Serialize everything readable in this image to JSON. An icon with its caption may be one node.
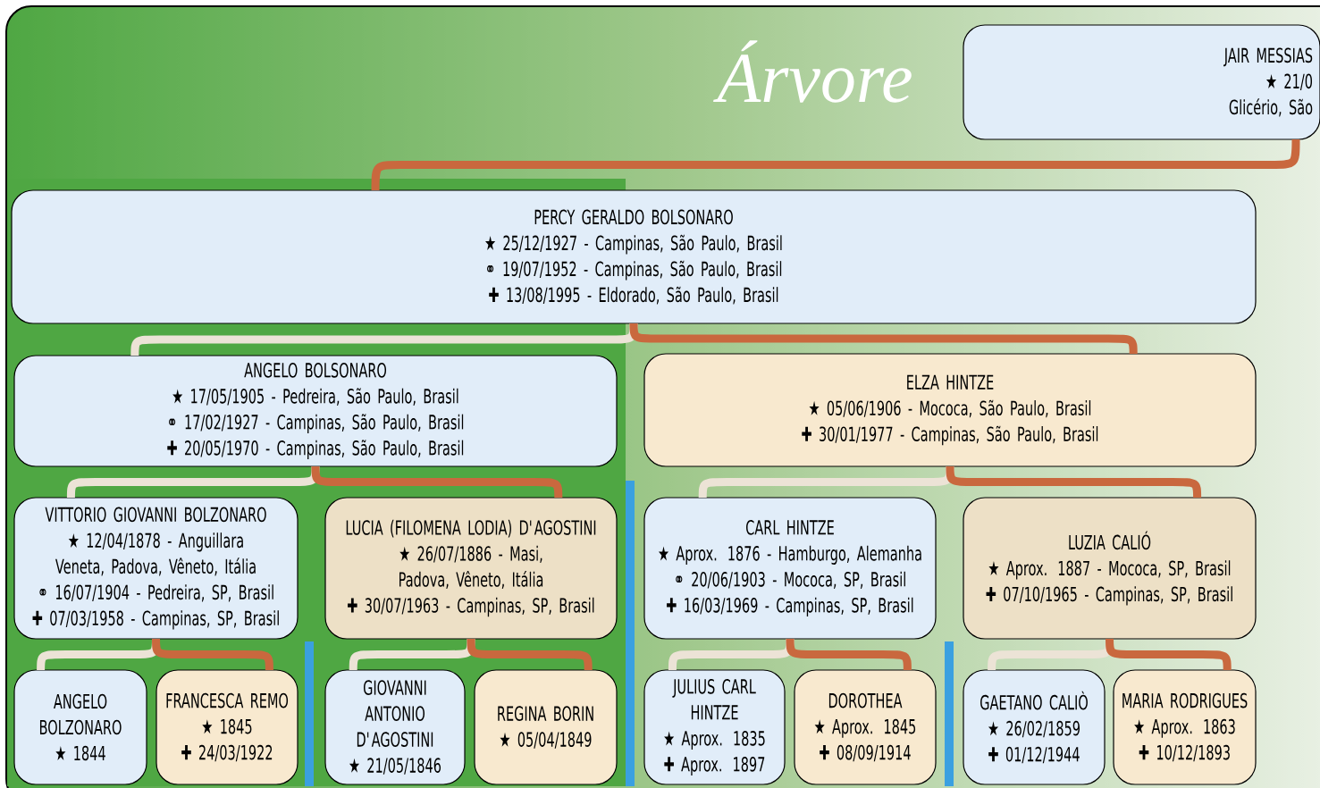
{
  "diagram": {
    "title": "Árvore",
    "nodes": [
      {
        "text": [
          "JAIR MESSIAS",
          "★ 21/0",
          "Glicério, São"
        ]
      },
      {
        "text": [
          "PERCY GERALDO BOLSONARO",
          "★ 25/12/1927 - Campinas, São Paulo, Brasil",
          "⚭ 19/07/1952 - Campinas, São Paulo, Brasil",
          "✚ 13/08/1995 - Eldorado, São Paulo, Brasil"
        ]
      },
      {
        "text": [
          "ANGELO BOLSONARO",
          "★ 17/05/1905 - Pedreira, São Paulo, Brasil",
          "⚭ 17/02/1927 - Campinas, São Paulo, Brasil",
          "✚ 20/05/1970 - Campinas, São Paulo, Brasil"
        ]
      },
      {
        "text": [
          "ELZA HINTZE",
          "★ 05/06/1906 - Mococa, São Paulo, Brasil",
          "✚ 30/01/1977 - Campinas, São Paulo, Brasil"
        ]
      },
      {
        "text": [
          "VITTORIO GIOVANNI BOLZONARO",
          "★ 12/04/1878 - Anguillara Veneta, Padova, Vêneto, Itália",
          "⚭ 16/07/1904 - Pedreira, SP, Brasil",
          "✚ 07/03/1958 - Campinas, SP, Brasil"
        ]
      },
      {
        "text": [
          "LUCIA (FILOMENA LODIA) D'AGOSTINI",
          "★ 26/07/1886 - Masi, Padova, Vêneto, Itália",
          "✚ 30/07/1963 - Campinas, SP, Brasil"
        ]
      },
      {
        "text": [
          "CARL HINTZE",
          "★ Aprox. 1876 - Hamburgo, Alemanha",
          "⚭ 20/06/1903 - Mococa, SP, Brasil",
          "✚ 16/03/1969 - Campinas, SP, Brasil"
        ]
      },
      {
        "text": [
          "LUZIA CALIÓ",
          "★ Aprox. 1887 - Mococa, SP, Brasil",
          "✚ 07/10/1965 - Campinas, SP, Brasil"
        ]
      },
      {
        "text": [
          "ANGELO BOLZONARO",
          "★ 1844"
        ]
      },
      {
        "text": [
          "FRANCESCA REMO",
          "★ 1845",
          "✚ 24/03/1922"
        ]
      },
      {
        "text": [
          "GIOVANNI ANTONIO D'AGOSTINI",
          "★ 21/05/1846"
        ]
      },
      {
        "text": [
          "REGINA BORIN",
          "★ 05/04/1849"
        ]
      },
      {
        "text": [
          "JULIUS CARL HINTZE",
          "★ Aprox. 1835",
          "✚ Aprox. 1897"
        ]
      },
      {
        "text": [
          "DOROTHEA",
          "★ Aprox. 1845",
          "✚ 08/09/1914"
        ]
      },
      {
        "text": [
          "GAETANO CALIÒ",
          "★ 26/02/1859",
          "✚ 01/12/1944"
        ]
      },
      {
        "text": [
          "MARIA RODRIGUES",
          "★ Aprox. 1863",
          "✚ 10/12/1893"
        ]
      }
    ],
    "edges": [
      {
        "from": 0,
        "to": 1,
        "arrow": "none"
      },
      {
        "from": 1,
        "to": 2,
        "arrow": "none",
        "color": "#ece3d6"
      },
      {
        "from": 1,
        "to": 3,
        "arrow": "none"
      },
      {
        "from": 2,
        "to": 4,
        "arrow": "none",
        "color": "#ece3d6"
      },
      {
        "from": 2,
        "to": 5,
        "arrow": "none"
      },
      {
        "from": 3,
        "to": 6,
        "arrow": "none",
        "color": "#ece3d6"
      },
      {
        "from": 3,
        "to": 7,
        "arrow": "none"
      },
      {
        "from": 4,
        "to": 8,
        "arrow": "none",
        "color": "#ece3d6"
      },
      {
        "from": 4,
        "to": 9,
        "arrow": "none"
      },
      {
        "from": 5,
        "to": 10,
        "arrow": "none",
        "color": "#ece3d6"
      },
      {
        "from": 5,
        "to": 11,
        "arrow": "none"
      },
      {
        "from": 6,
        "to": 12,
        "arrow": "none",
        "color": "#ece3d6"
      },
      {
        "from": 6,
        "to": 13,
        "arrow": "none"
      },
      {
        "from": 7,
        "to": 14,
        "arrow": "none",
        "color": "#ece3d6"
      },
      {
        "from": 7,
        "to": 15,
        "arrow": "none"
      }
    ]
  }
}
